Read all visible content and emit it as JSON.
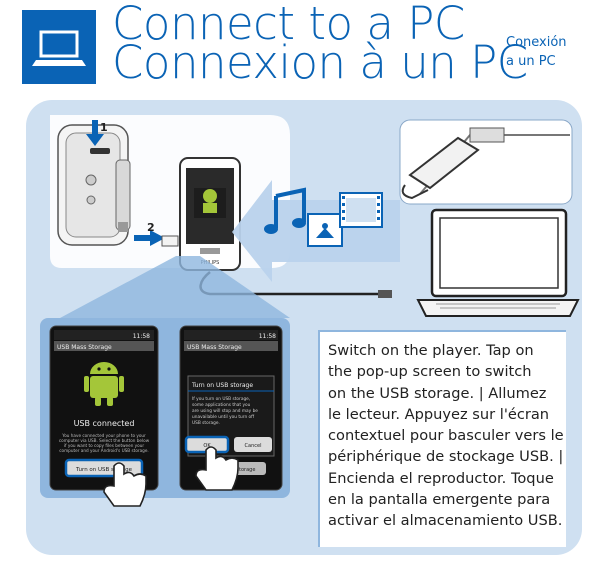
{
  "header": {
    "title_line1": "Connect to a PC",
    "title_line2": "Connexion à un PC",
    "subtitle_line1": "Conexión",
    "subtitle_line2": "a un PC",
    "icon": "laptop-icon"
  },
  "steps": {
    "step1": "1",
    "step2": "2"
  },
  "player": {
    "brand": "PHILIPS"
  },
  "screens": {
    "status_time": "11:58",
    "left": {
      "title": "USB Mass Storage",
      "heading": "USB connected",
      "desc_line1": "You have connected your phone to your",
      "desc_line2": "computer via USB. Select the button below",
      "desc_line3": "if you want to copy files between your",
      "desc_line4": "computer and your Android's USB storage.",
      "button": "Turn on USB storage"
    },
    "right": {
      "title": "USB Mass Storage",
      "dialog_title": "Turn on USB storage",
      "dialog_line1": "If you turn on USB storage,",
      "dialog_line2": "some applications that you",
      "dialog_line3": "are using will stop and may be",
      "dialog_line4": "unavailable until you turn off",
      "dialog_line5": "USB storage.",
      "ok": "OK",
      "cancel": "Cancel",
      "below_button": "USB storage"
    }
  },
  "instructions": "Switch on the player. Tap on\nthe pop-up screen to switch\non the USB storage. | Allumez\nle lecteur. Appuyez sur l'écran\ncontextuel pour basculer vers le\npériphérique de stockage USB. |\nEncienda el reproductor. Toque\nen la pantalla emergente para\nactivar el almacenamiento USB.",
  "colors": {
    "brand_blue": "#0a63b5",
    "panel_bg": "#cfe0f1",
    "android_green": "#a4c639"
  }
}
